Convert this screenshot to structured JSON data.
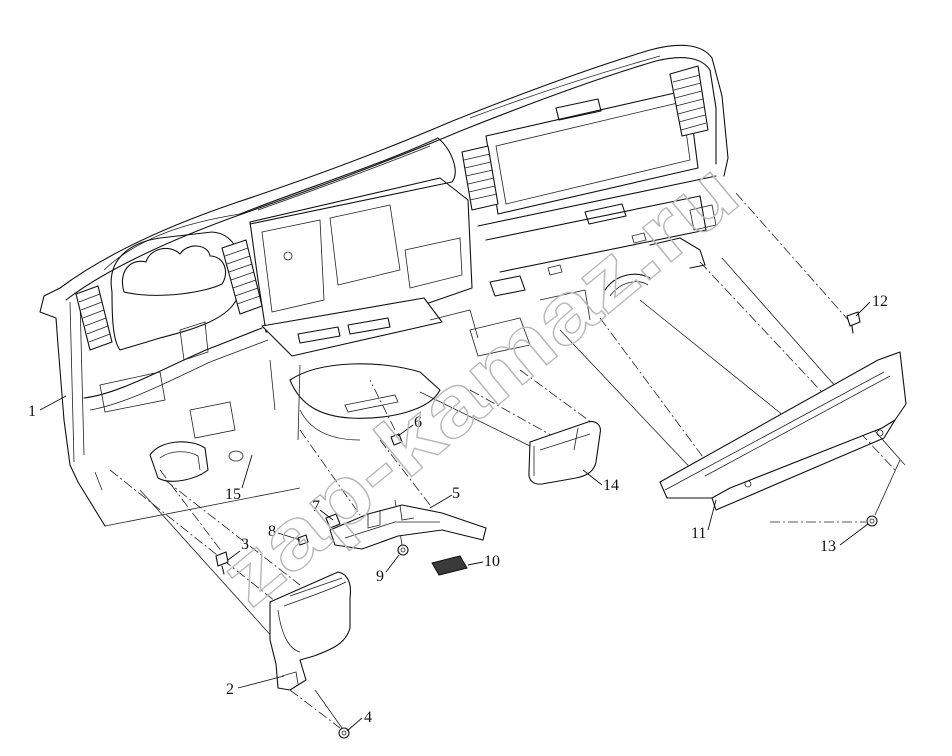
{
  "callouts": [
    "1",
    "2",
    "3",
    "4",
    "5",
    "6",
    "7",
    "8",
    "9",
    "10",
    "11",
    "12",
    "13",
    "14",
    "15"
  ],
  "watermark": "zap-kamaz.ru"
}
